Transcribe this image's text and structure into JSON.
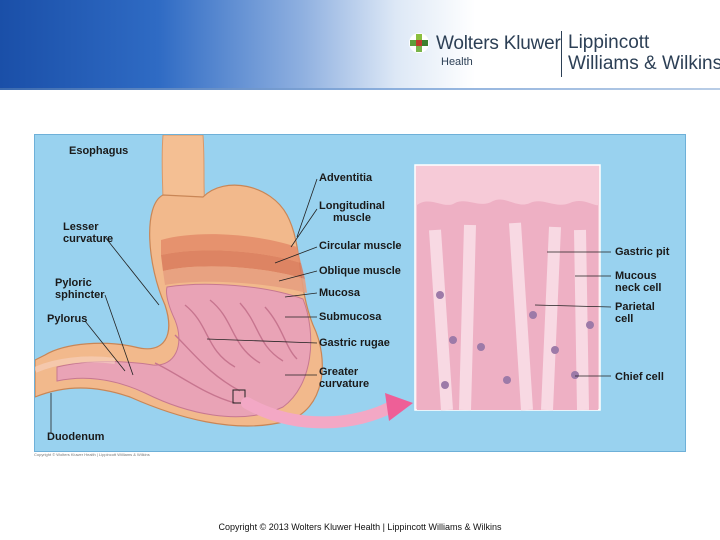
{
  "header": {
    "brand_left": "Wolters Kluwer",
    "brand_sub": "Health",
    "brand_right": "Lippincott\nWilliams & Wilkins",
    "colors": {
      "banner_start": "#1a4fa8",
      "banner_end": "#ffffff"
    }
  },
  "figure": {
    "labels": {
      "esophagus": "Esophagus",
      "lesser_curvature": "Lesser\ncurvature",
      "pyloric_sphincter": "Pyloric\nsphincter",
      "pylorus": "Pylorus",
      "duodenum": "Duodenum",
      "adventitia": "Adventitia",
      "longitudinal_muscle": "Longitudinal\nmuscle",
      "circular_muscle": "Circular muscle",
      "oblique_muscle": "Oblique muscle",
      "mucosa": "Mucosa",
      "submucosa": "Submucosa",
      "gastric_rugae": "Gastric rugae",
      "greater_curvature": "Greater\ncurvature",
      "gastric_pit": "Gastric pit",
      "mucous_neck_cell": "Mucous\nneck cell",
      "parietal_cell": "Parietal\ncell",
      "chief_cell": "Chief cell"
    },
    "colors": {
      "background": "#99d2ef",
      "stomach_outer": "#f2b98c",
      "mucosa": "#e9a3b6",
      "arrow": "#ee5f97"
    },
    "image_credit": "Copyright © Wolters Kluwer Health | Lippincott Williams & Wilkins"
  },
  "footer": {
    "copyright": "Copyright © 2013 Wolters Kluwer Health | Lippincott Williams & Wilkins"
  }
}
